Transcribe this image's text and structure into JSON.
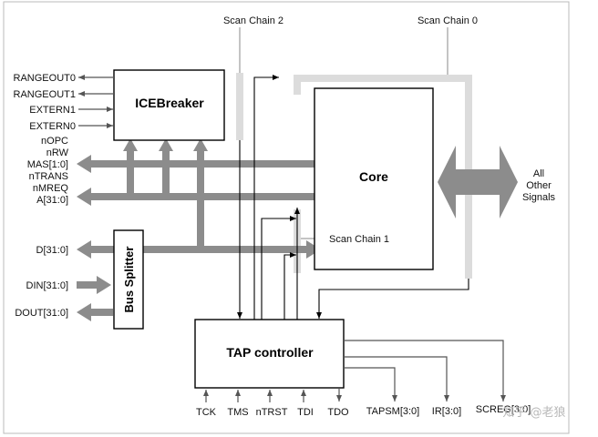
{
  "blocks": {
    "icebreaker": "ICEBreaker",
    "core": "Core",
    "tap": "TAP controller",
    "bus_splitter": "Bus Splitter"
  },
  "scan_chains": {
    "chain0": "Scan Chain 0",
    "chain1": "Scan Chain 1",
    "chain2": "Scan Chain 2"
  },
  "left_signals": {
    "rangeout0": "RANGEOUT0",
    "rangeout1": "RANGEOUT1",
    "extern1": "EXTERN1",
    "extern0": "EXTERN0",
    "nopc": "nOPC",
    "nrw": "nRW",
    "mas": "MAS[1:0]",
    "ntrans": "nTRANS",
    "nmreq": "nMREQ",
    "addr": "A[31:0]",
    "data": "D[31:0]",
    "din": "DIN[31:0]",
    "dout": "DOUT[31:0]"
  },
  "right_signals": {
    "line1": "All",
    "line2": "Other",
    "line3": "Signals"
  },
  "bottom_signals": {
    "tck": "TCK",
    "tms": "TMS",
    "ntrst": "nTRST",
    "tdi": "TDI",
    "tdo": "TDO",
    "tapsm": "TAPSM[3:0]",
    "ir": "IR[3:0]",
    "screg": "SCREG[3:0]"
  },
  "watermark": "知乎 @老狼"
}
